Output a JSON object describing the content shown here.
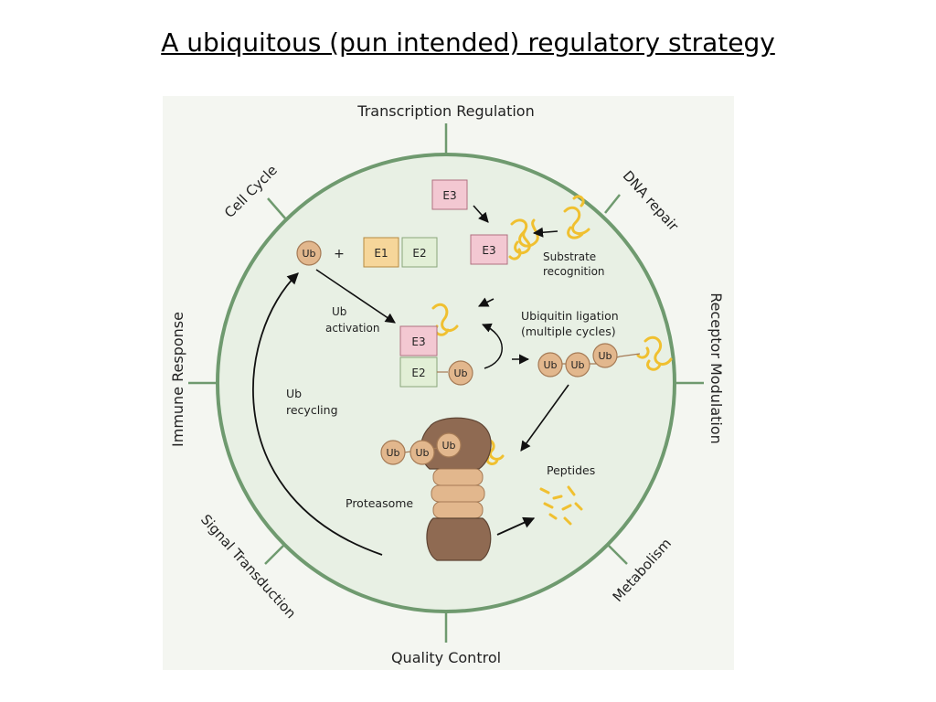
{
  "title": "A ubiquitous (pun intended) regulatory strategy",
  "diagram": {
    "outer_labels": {
      "top": "Transcription Regulation",
      "top_right": "DNA repair",
      "right": "Receptor Modulation",
      "bottom_right": "Metabolism",
      "bottom": "Quality Control",
      "bottom_left": "Signal Transduction",
      "left": "Immune Response",
      "top_left": "Cell Cycle"
    },
    "boxes": {
      "e3_top": "E3",
      "e3_mid": "E3",
      "e1": "E1",
      "e2": "E2",
      "e3_complex": "E3",
      "e2_complex": "E2"
    },
    "ub": "Ub",
    "plus": "+",
    "ub_chain": [
      "Ub",
      "Ub",
      "Ub"
    ],
    "proteasome_ub_chain": [
      "Ub",
      "Ub",
      "Ub"
    ],
    "labels": {
      "substrate_recognition": [
        "Substrate",
        "recognition"
      ],
      "ub_activation": [
        "Ub",
        "activation"
      ],
      "ubiquitin_ligation": [
        "Ubiquitin ligation",
        "(multiple cycles)"
      ],
      "ub_recycling": [
        "Ub",
        "recycling"
      ],
      "proteasome": "Proteasome",
      "peptides": "Peptides"
    },
    "colors": {
      "cell_border": "#6f9a6f",
      "cell_fill": "#e7efe2",
      "e3": "#f3c8d2",
      "e1": "#f6d69a",
      "e2": "#e2efd6",
      "ub": "#e2b78d",
      "substrate": "#f0c030",
      "proteasome": "#8f6a52"
    }
  }
}
